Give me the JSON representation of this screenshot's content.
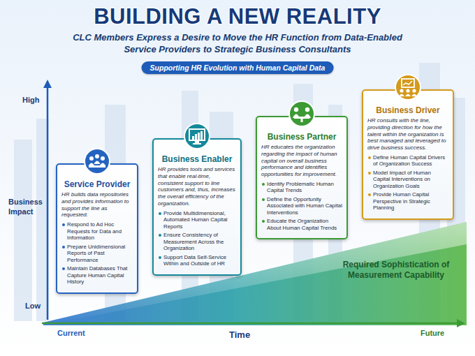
{
  "diagram": {
    "title": "BUILDING A NEW REALITY",
    "nodes": [
      {
        "text": [
          "Service Provider",
          "HR builds data repositories and provides information to support the line as requested.",
          "Respond to Ad Hoc Requests for Data and Information",
          "Prepare Unidimensional Reports of Past Performance",
          "Maintain Databases That Capture Human Capital History"
        ]
      },
      {
        "text": [
          "Business Enabler",
          "HR provides tools and services that enable real-time, consistent support to line customers and, thus, increases the overall efficiency of the organization.",
          "Provide Multidimensional, Automated Human Capital Reports",
          "Ensure Consistency of Measurement Across the Organization",
          "Support Data Self-Service Within and Outside of HR"
        ]
      },
      {
        "text": [
          "Business Partner",
          "HR educates the organization regarding the impact of human capital on overall business performance and identifies opportunities for improvement.",
          "Identify Problematic Human Capital Trends",
          "Define the Opportunity Associated with Human Capital Interventions",
          "Educate the Organization About Human Capital Trends"
        ]
      },
      {
        "text": [
          "Business Driver",
          "HR consults with the line, providing direction for how the talent within the organization is best managed and leveraged to drive business success.",
          "Define Human Capital Drivers of Organization Success",
          "Model Impact of Human Capital Interventions on Organization Goals",
          "Provide Human Capital Perspective in Strategic Planning"
        ]
      }
    ],
    "edges": [
      {
        "from": 0,
        "to": 1,
        "arrow": "to"
      },
      {
        "from": 1,
        "to": 2,
        "arrow": "to"
      },
      {
        "from": 2,
        "to": 3,
        "arrow": "to"
      }
    ],
    "labels": [
      "CLC Members Express a Desire to Move the HR Function from Data-Enabled Service Providers to Strategic Business Consultants",
      "Supporting HR Evolution with Human Capital Data",
      "High",
      "Business Impact",
      "Low",
      "Current",
      "Time",
      "Future",
      "Required Sophistication of Measurement Capability"
    ]
  }
}
